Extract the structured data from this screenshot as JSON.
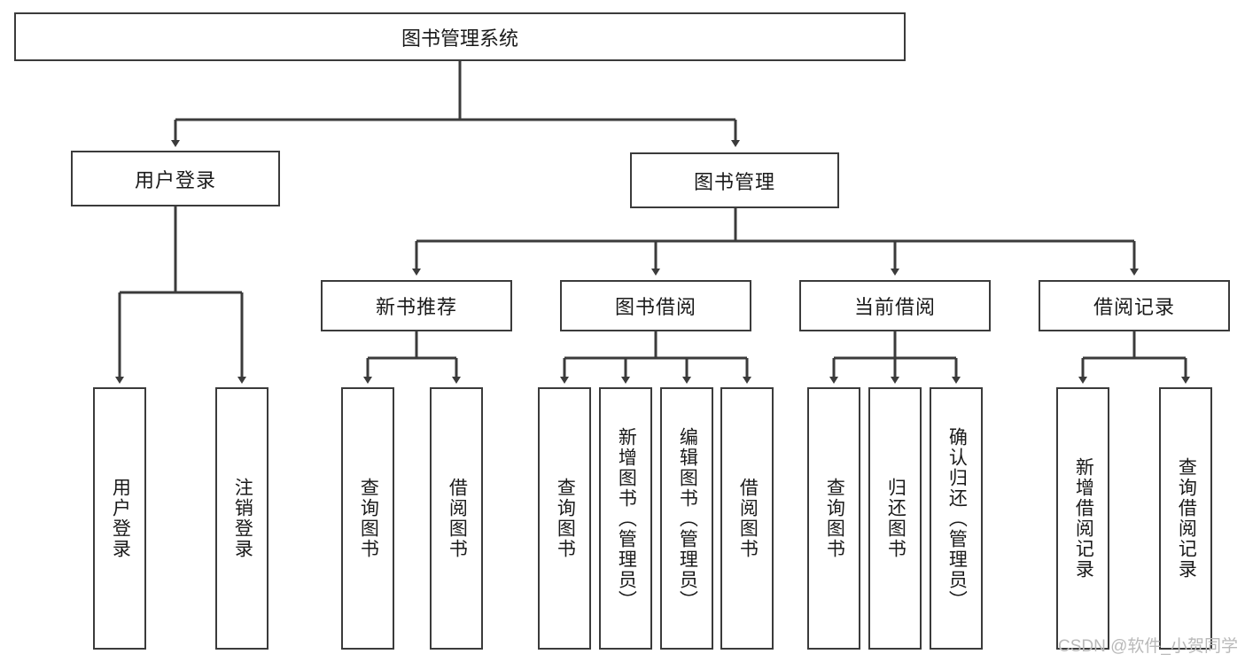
{
  "diagram": {
    "type": "tree-hierarchy",
    "title": "图书管理系统",
    "root": {
      "label": "图书管理系统"
    },
    "level2": [
      {
        "label": "用户登录"
      },
      {
        "label": "图书管理"
      }
    ],
    "level3": [
      {
        "label": "新书推荐"
      },
      {
        "label": "图书借阅"
      },
      {
        "label": "当前借阅"
      },
      {
        "label": "借阅记录"
      }
    ],
    "leaves": {
      "user_login": [
        {
          "label": "用户登录"
        },
        {
          "label": "注销登录"
        }
      ],
      "new_book_recommend": [
        {
          "label": "查询图书"
        },
        {
          "label": "借阅图书"
        }
      ],
      "book_borrow": [
        {
          "label": "查询图书"
        },
        {
          "label": "新增图书（管理员）"
        },
        {
          "label": "编辑图书（管理员）"
        },
        {
          "label": "借阅图书"
        }
      ],
      "current_borrow": [
        {
          "label": "查询图书"
        },
        {
          "label": "归还图书"
        },
        {
          "label": "确认归还（管理员）"
        }
      ],
      "borrow_record": [
        {
          "label": "新增借阅记录"
        },
        {
          "label": "查询借阅记录"
        }
      ]
    }
  },
  "watermark": {
    "text": "CSDN @软件_小贺同学"
  },
  "colors": {
    "stroke": "#3b3b3b",
    "fill": "#ffffff",
    "text": "#1a1a1a",
    "watermark": "#b9b9b9"
  }
}
